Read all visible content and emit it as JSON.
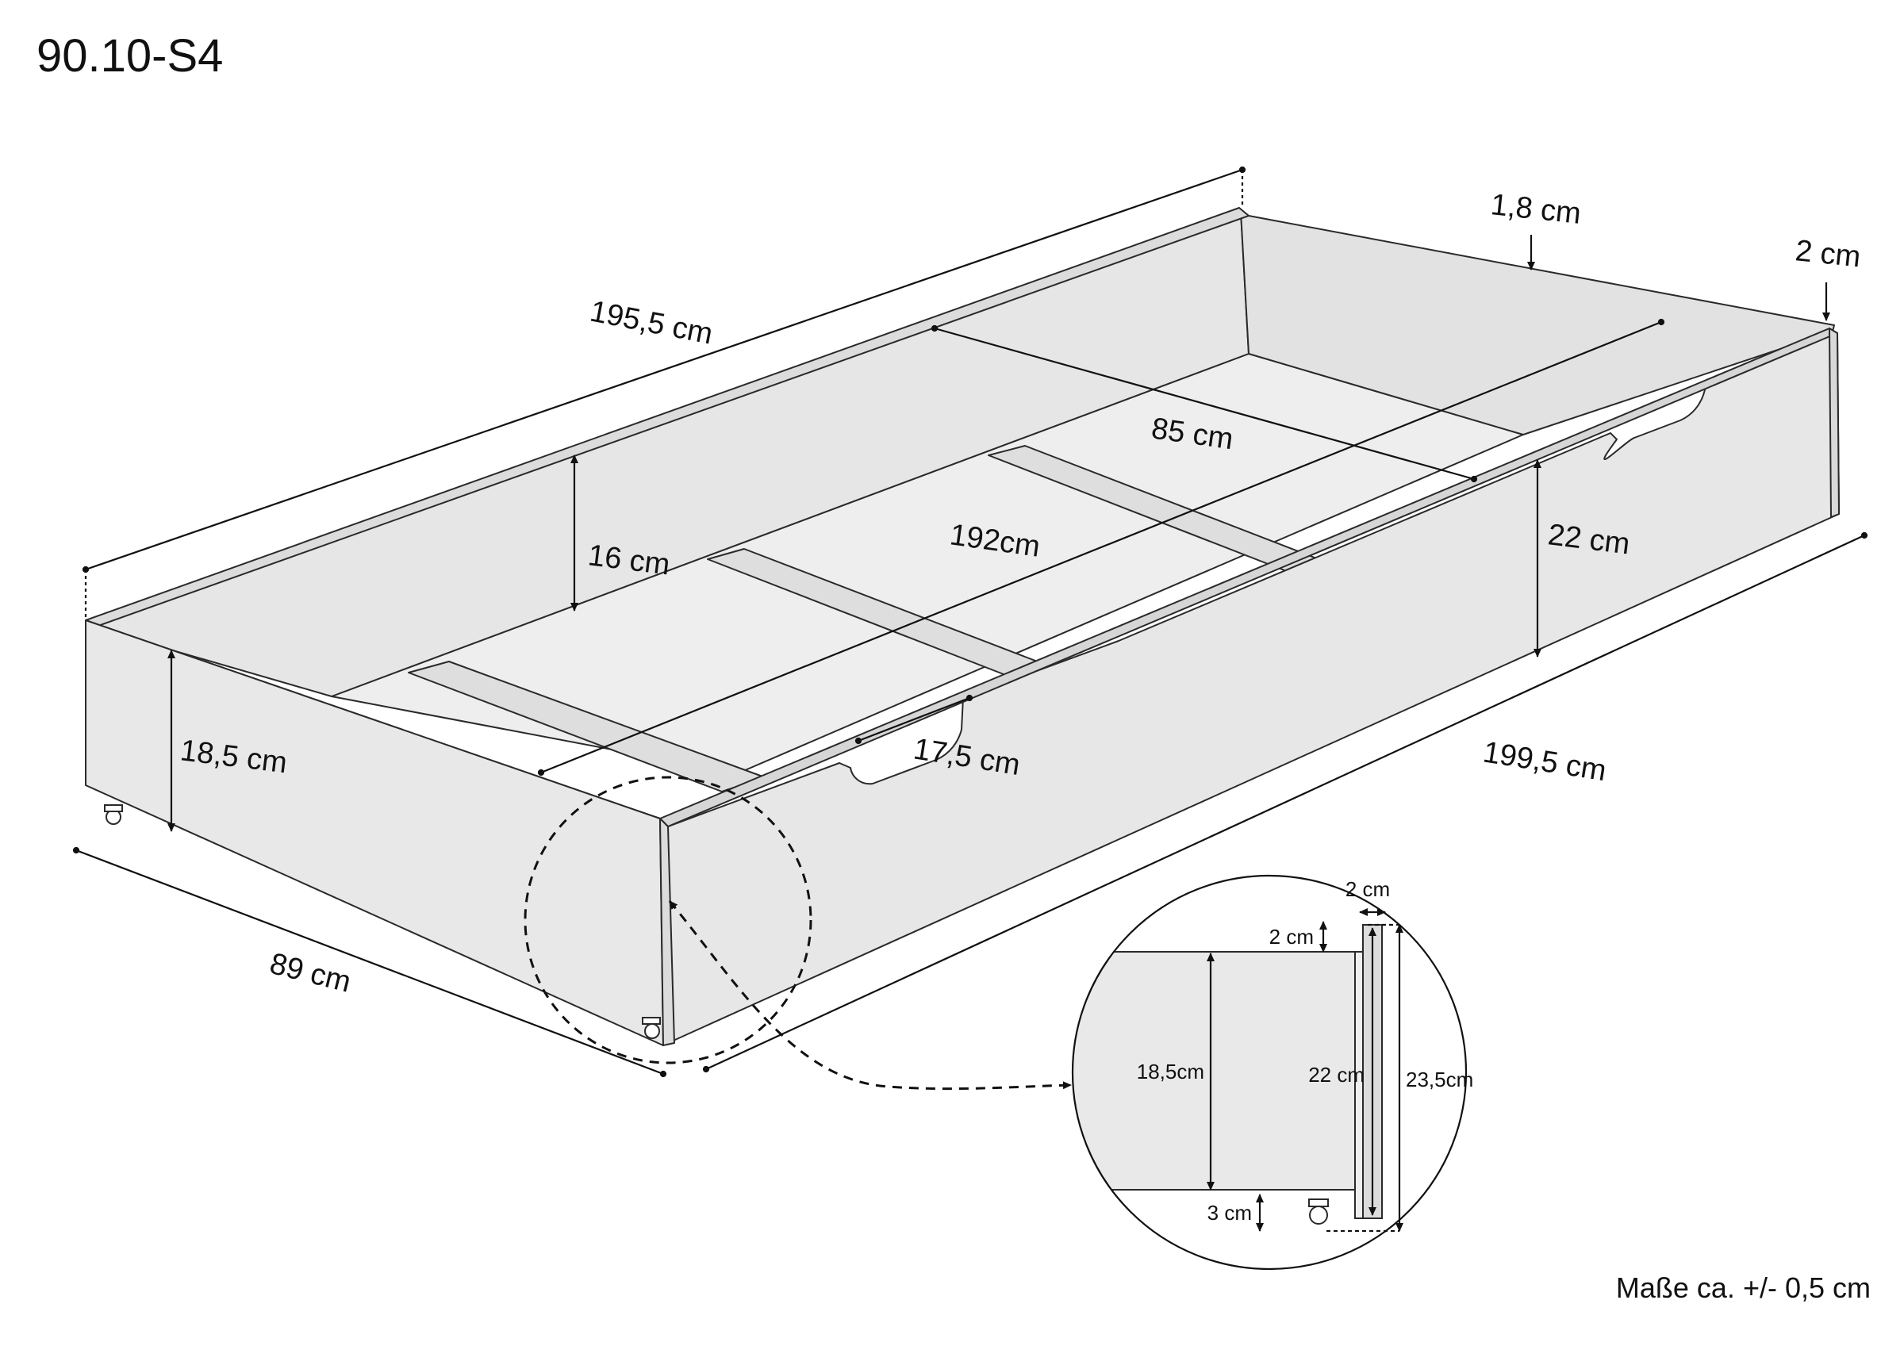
{
  "product_code": "90.10-S4",
  "footnote": "Maße ca. +/- 0,5 cm",
  "dimensions": {
    "length_outer": "195,5 cm",
    "length_total": "199,5 cm",
    "width_outer": "89 cm",
    "width_inner": "85 cm",
    "length_inner": "192cm",
    "inner_height": "16 cm",
    "front_height": "22 cm",
    "side_height": "18,5 cm",
    "handle_depth": "17,5 cm",
    "front_panel_thickness": "1,8 cm",
    "front_board_thickness": "2 cm"
  },
  "detail": {
    "board_width": "2 cm",
    "top_gap": "2 cm",
    "side_height": "18,5cm",
    "front_height": "22 cm",
    "total_height": "23,5cm",
    "floor_clearance": "3 cm"
  },
  "colors": {
    "panel_fill": "#e9e9e9",
    "floor_fill": "#efefef",
    "line": "#1a1a1a"
  }
}
